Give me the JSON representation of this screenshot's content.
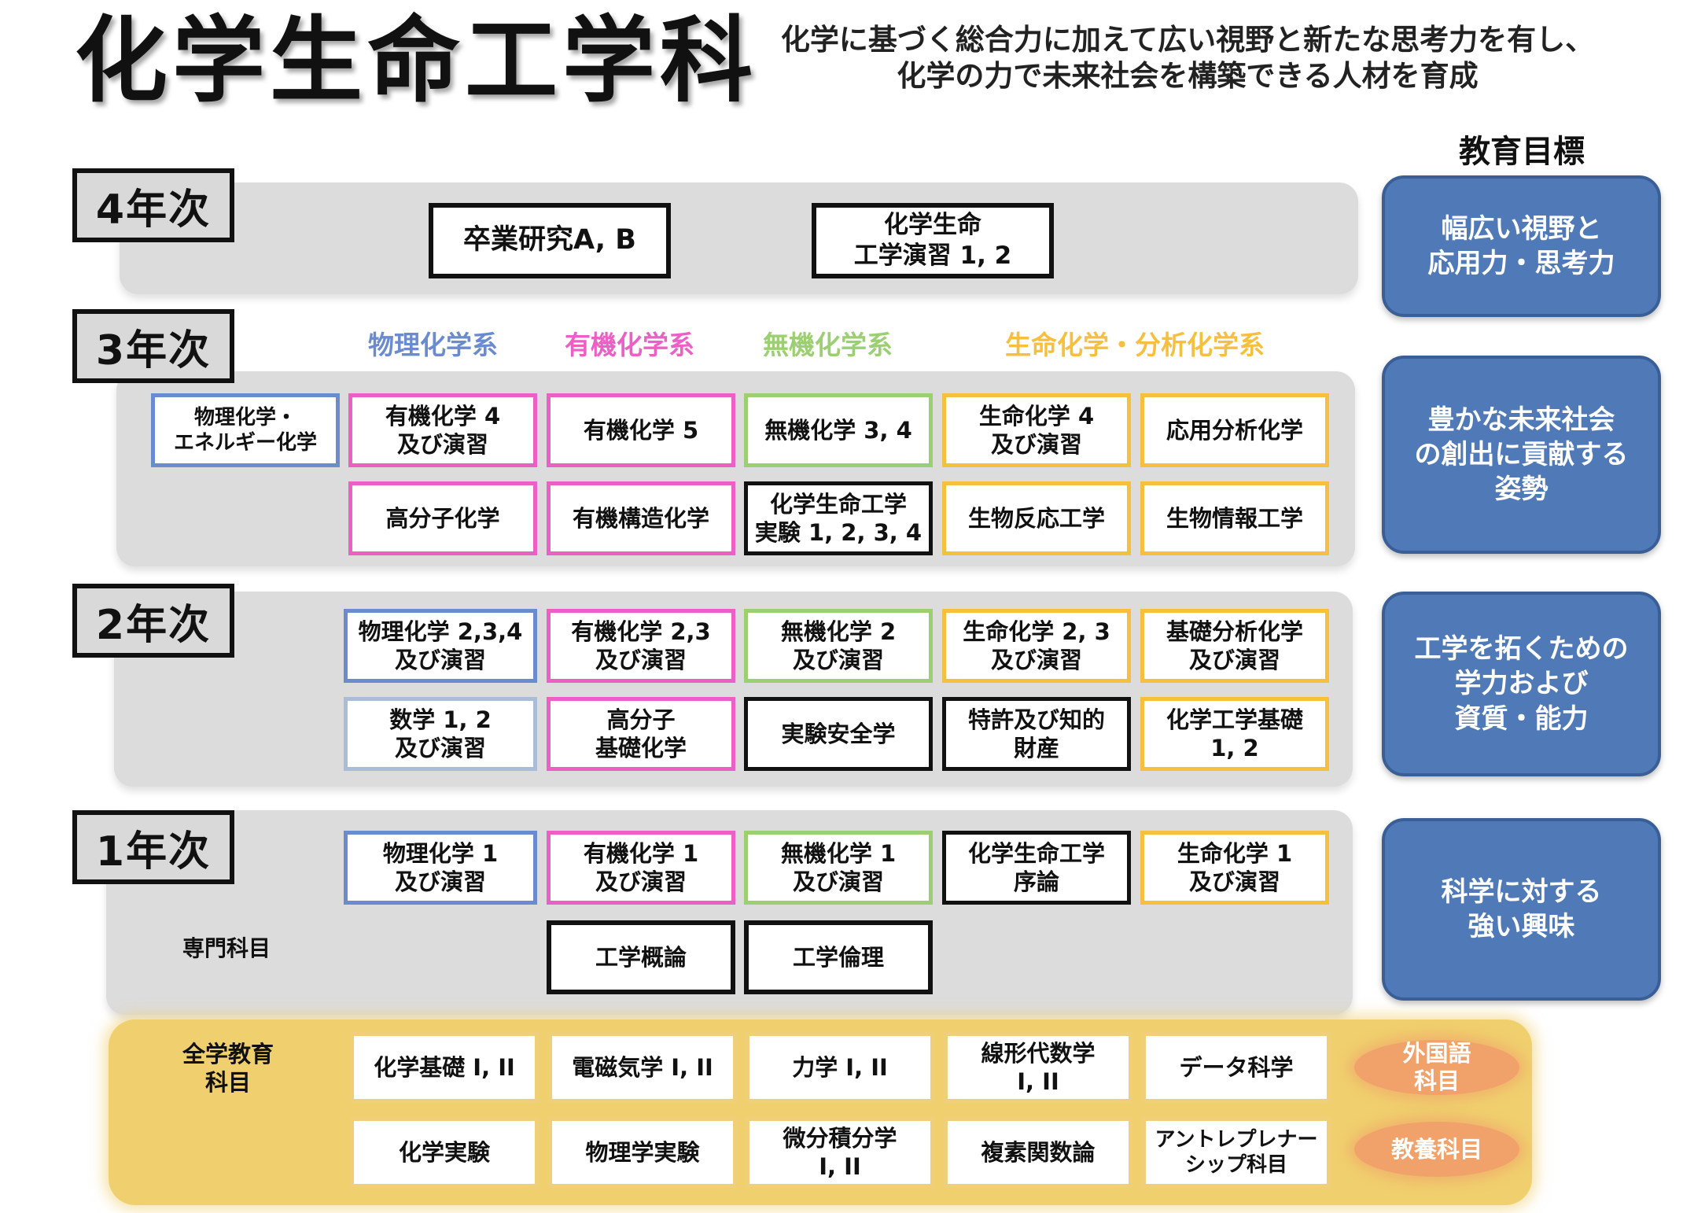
{
  "title": "化学生命工学科",
  "subtitle": "化学に基づく総合力に加えて広い視野と新たな思考力を有し、\n化学の力で未来社会を構築できる人材を育成",
  "goals_header": "教育目標",
  "goals": [
    "幅広い視野と\n応用力・思考力",
    "豊かな未来社会\nの創出に貢献する\n姿勢",
    "工学を拓くための\n学力および\n資質・能力",
    "科学に対する\n強い興味"
  ],
  "years": {
    "y4": "4年次",
    "y3": "3年次",
    "y2": "2年次",
    "y1": "1年次"
  },
  "categories": {
    "phys": "物理化学系",
    "org": "有機化学系",
    "inorg": "無機化学系",
    "bio": "生命化学・分析化学系"
  },
  "colors": {
    "phys": "#6a8bd0",
    "org": "#ec5fc4",
    "inorg": "#9bcf72",
    "bio": "#f6bf3e",
    "goal": "#4f79b7",
    "general": "#f0cf6e",
    "oval": "#f0a26a"
  },
  "courses4": {
    "graduation": "卒業研究A, B",
    "seminar": "化学生命\n工学演習 1, 2"
  },
  "courses3": {
    "phys_energy": "物理化学・\nエネルギー化学",
    "org4": "有機化学 4\n及び演習",
    "org5": "有機化学 5",
    "inorg34": "無機化学 3, 4",
    "bio4": "生命化学 4\n及び演習",
    "app_anal": "応用分析化学",
    "polymer": "高分子化学",
    "org_struct": "有機構造化学",
    "experiment": "化学生命工学\n実験 1, 2, 3, 4",
    "bioreact": "生物反応工学",
    "bioinfo": "生物情報工学"
  },
  "courses2": {
    "phys234": "物理化学 2,3,4\n及び演習",
    "org23": "有機化学 2,3\n及び演習",
    "inorg2": "無機化学 2\n及び演習",
    "bio23": "生命化学 2, 3\n及び演習",
    "basic_anal": "基礎分析化学\n及び演習",
    "math12": "数学 1, 2\n及び演習",
    "polymer_basic": "高分子\n基礎化学",
    "safety": "実験安全学",
    "patent": "特許及び知的\n財産",
    "chem_eng": "化学工学基礎\n1, 2"
  },
  "courses1": {
    "phys1": "物理化学 1\n及び演習",
    "org1": "有機化学 1\n及び演習",
    "inorg1": "無機化学 1\n及び演習",
    "intro": "化学生命工学\n序論",
    "bio1": "生命化学 1\n及び演習",
    "eng_overview": "工学概論",
    "eng_ethics": "工学倫理",
    "specialty_label": "専門科目"
  },
  "general": {
    "label": "全学教育\n科目",
    "chem_basic": "化学基礎 I, II",
    "em": "電磁気学 I, II",
    "mechanics": "力学 I, II",
    "linear_alg": "線形代数学\nI, II",
    "data_sci": "データ科学",
    "chem_exp": "化学実験",
    "phys_exp": "物理学実験",
    "calculus": "微分積分学\nI, II",
    "complex": "複素関数論",
    "entrepreneur": "アントレプレナー\nシップ科目",
    "foreign_lang": "外国語\n科目",
    "liberal_arts": "教養科目"
  }
}
